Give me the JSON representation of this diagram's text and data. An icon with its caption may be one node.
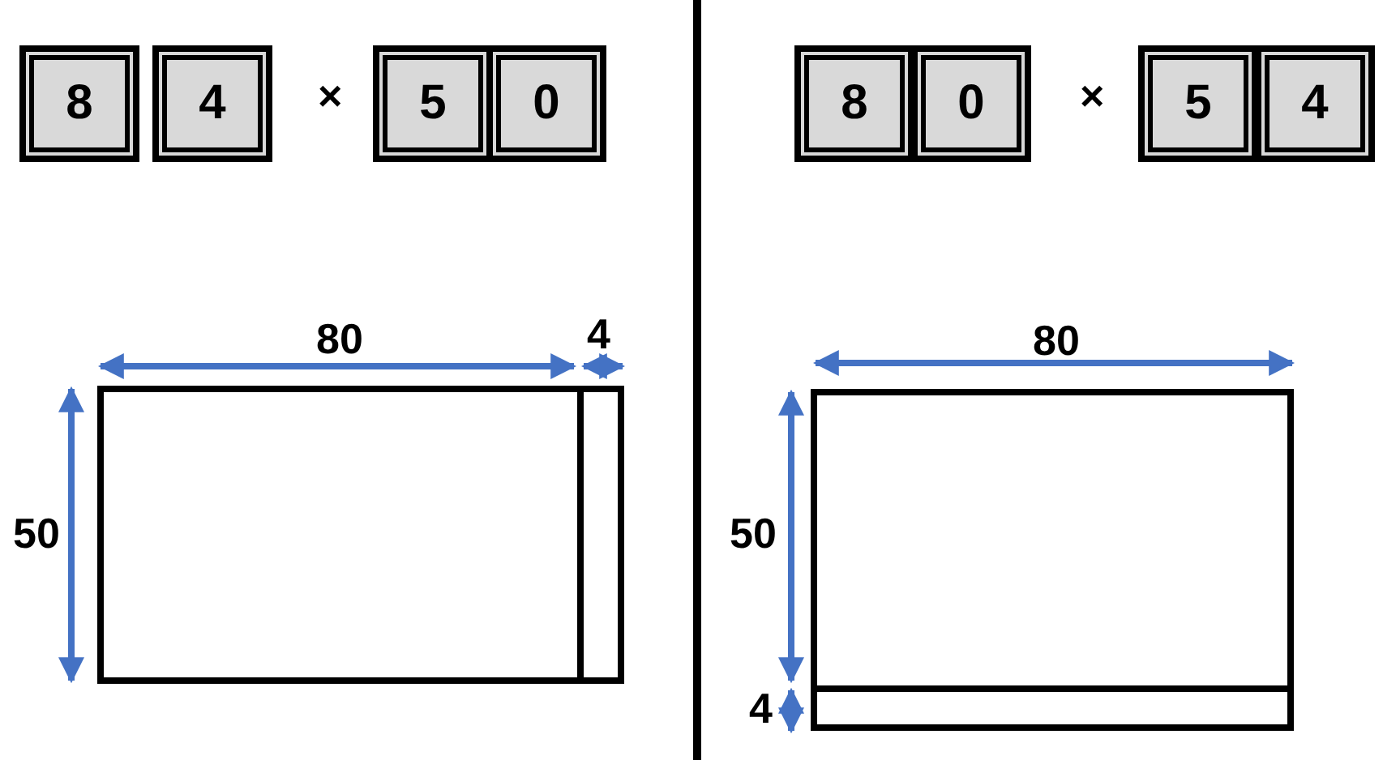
{
  "diagram": {
    "nodes": [
      {
        "text": [
          "8"
        ]
      },
      {
        "text": [
          "4"
        ]
      },
      {
        "text": [
          "5"
        ]
      },
      {
        "text": [
          "0"
        ]
      },
      {
        "text": [
          "8"
        ]
      },
      {
        "text": [
          "0"
        ]
      },
      {
        "text": [
          "5"
        ]
      },
      {
        "text": [
          "4"
        ]
      }
    ],
    "edges": [],
    "labels": [
      "×",
      "×",
      "80",
      "4",
      "80",
      "50",
      "50",
      "4"
    ]
  }
}
